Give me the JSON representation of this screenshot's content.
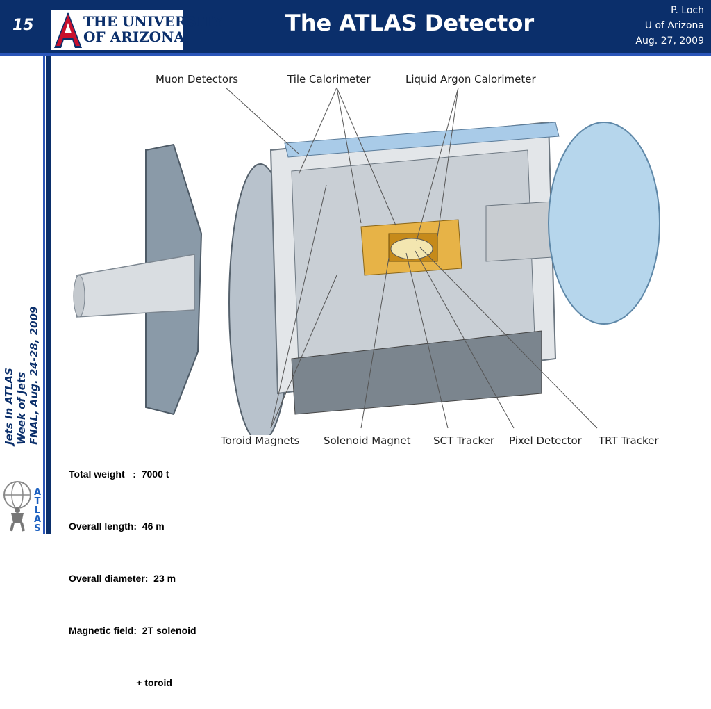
{
  "header": {
    "slide_number": "15",
    "logo_line1": "THE UNIVERSITY",
    "logo_line2": "OF ARIZONA.",
    "title": "The ATLAS Detector",
    "author": "P. Loch",
    "affiliation": "U of Arizona",
    "date": "Aug. 27, 2009"
  },
  "sidebar": {
    "line1": "Jets In ATLAS",
    "line2": "Week of Jets",
    "line3": "FNAL, Aug. 24-28, 2009",
    "atlas_letters": [
      "A",
      "T",
      "L",
      "A",
      "S"
    ]
  },
  "diagram": {
    "labels_top": [
      "Muon Detectors",
      "Tile Calorimeter",
      "Liquid Argon Calorimeter"
    ],
    "labels_bottom": [
      "Toroid Magnets",
      "Solenoid Magnet",
      "SCT Tracker",
      "Pixel Detector",
      "TRT Tracker"
    ]
  },
  "specs": {
    "weight": "Total weight   :  7000 t",
    "length": "Overall length:  46 m",
    "diameter": "Overall diameter:  23 m",
    "field": "Magnetic field:  2T solenoid",
    "field2": "                         + toroid"
  },
  "colors": {
    "header_bg": "#0b2f6b",
    "accent": "#2a55b8",
    "logo_red": "#c8102e"
  }
}
